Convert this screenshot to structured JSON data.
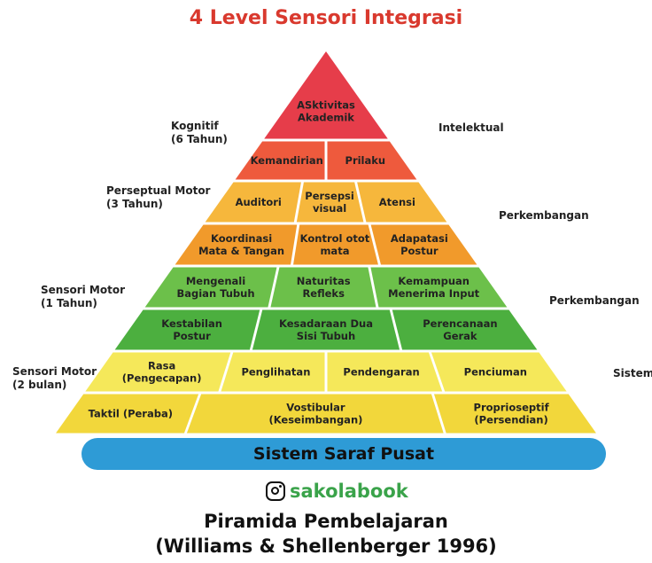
{
  "title": "4 Level Sensori Integrasi",
  "colors": {
    "title": "#d9392e",
    "level_red": "#e63d4a",
    "level_orange_red": "#ee5a3d",
    "level_amber": "#f6b73c",
    "level_orange": "#f19a2b",
    "level_green_light": "#6cc04a",
    "level_green": "#4caf3f",
    "level_yellow": "#f5e85a",
    "level_yellow_dark": "#f2d73b",
    "base": "#2e9bd6",
    "brand": "#3aa34a"
  },
  "pyramid": {
    "apex": "ASktivitas\nAkademik",
    "rows": [
      [
        "Kemandirian",
        "Prilaku"
      ],
      [
        "Auditori",
        "Persepsi\nvisual",
        "Atensi"
      ],
      [
        "Koordinasi\nMata & Tangan",
        "Kontrol otot\nmata",
        "Adapatasi\nPostur"
      ],
      [
        "Mengenali\nBagian Tubuh",
        "Naturitas\nRefleks",
        "Kemampuan\nMenerima Input"
      ],
      [
        "Kestabilan\nPostur",
        "Kesadaraan Dua\nSisi Tubuh",
        "Perencanaan\nGerak"
      ],
      [
        "Rasa\n(Pengecapan)",
        "Penglihatan",
        "Pendengaran",
        "Penciuman"
      ],
      [
        "Taktil (Peraba)",
        "Vostibular\n(Keseimbangan)",
        "Proprioseptif\n(Persendian)"
      ]
    ]
  },
  "left_labels": {
    "kognitif": "Kognitif\n(6 Tahun)",
    "perseptual": "Perseptual Motor\n(3 Tahun)",
    "sensori_1": "Sensori Motor\n(1 Tahun)",
    "sensori_2": "Sensori Motor\n(2 bulan)"
  },
  "right_labels": {
    "intelektual": "Intelektual",
    "perkembangan_1": "Perkembangan",
    "perkembangan_2": "Perkembangan",
    "sistem": "Sistem"
  },
  "base_label": "Sistem Saraf Pusat",
  "brand": "sakolabook",
  "caption_line1": "Piramida Pembelajaran",
  "caption_line2": "(Williams & Shellenberger 1996)"
}
